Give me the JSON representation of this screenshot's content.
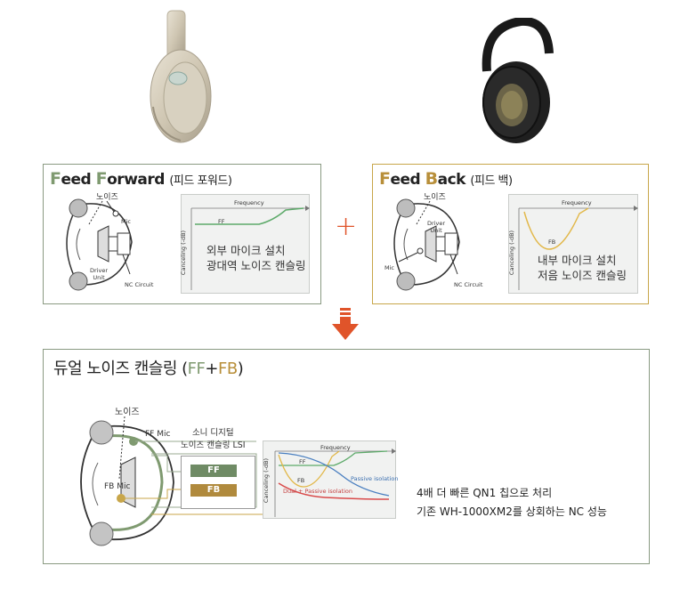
{
  "ff_panel": {
    "title_first": "F",
    "title_rest1": "eed ",
    "title_second": "F",
    "title_rest2": "orward",
    "title_sub": "(피드 포워드)",
    "noise_label": "노이즈",
    "mic_label": "Mic",
    "driver_label": "Driver\nUnit",
    "nc_label": "NC Circuit",
    "graph_freq": "Frequency",
    "graph_axis": "Canceling (-dB)",
    "curve_label": "FF",
    "desc_line1": "외부 마이크 설치",
    "desc_line2": "광대역 노이즈 캔슬링"
  },
  "fb_panel": {
    "title_first": "F",
    "title_rest1": "eed ",
    "title_second": "B",
    "title_rest2": "ack",
    "title_sub": "(피드 백)",
    "noise_label": "노이즈",
    "mic_label": "Mic",
    "driver_label": "Driver\nUnit",
    "nc_label": "NC Circuit",
    "graph_freq": "Frequency",
    "graph_axis": "Canceling (-dB)",
    "curve_label": "FB",
    "desc_line1": "내부 마이크 설치",
    "desc_line2": "저음 노이즈 캔슬링"
  },
  "plus_sign": "+",
  "dual_panel": {
    "title_main": "듀얼 노이즈 캔슬링 (",
    "title_ff": "FF",
    "title_plus": "+",
    "title_fb": "FB",
    "title_end": ")",
    "noise_label": "노이즈",
    "ff_mic": "FF Mic",
    "fb_mic": "FB Mic",
    "lsi_line1": "소니 디지털",
    "lsi_line2": "노이즈 캔슬링 LSI",
    "chip_ff": "FF",
    "chip_fb": "FB",
    "graph_freq": "Frequency",
    "graph_axis": "Canceling (-dB)",
    "curve_ff": "FF",
    "curve_fb": "FB",
    "curve_passive": "Passive isolation",
    "curve_dual": "Dual + Passive isolation",
    "desc_line1": "4배 더 빠른 QN1 칩으로 처리",
    "desc_line2": "기존 WH-1000XM2를 상회하는 NC 성능"
  },
  "colors": {
    "green": "#7f9a70",
    "gold": "#c8a64a",
    "arrow": "#e0542a",
    "ff_curve": "#5daa6a",
    "fb_curve": "#e2b84a",
    "passive_curve": "#4a7fc0",
    "dual_curve": "#d94a4a"
  }
}
